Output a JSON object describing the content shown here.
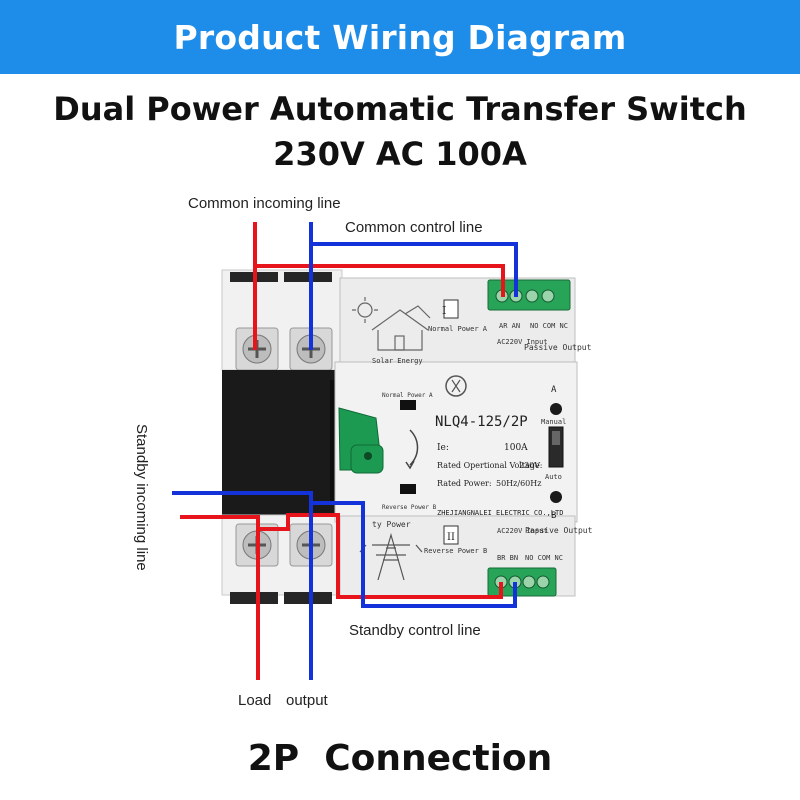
{
  "banner": {
    "title": "Product Wiring Diagram",
    "bg_color": "#1e8de9"
  },
  "heading": {
    "line1": "Dual Power Automatic Transfer Switch",
    "line2": "230V AC 100A"
  },
  "labels": {
    "common_incoming": "Common incoming line",
    "common_control": "Common control line",
    "standby_incoming": "Standby incoming line",
    "standby_control": "Standby control line",
    "load": "Load",
    "output": "output"
  },
  "device": {
    "top_panel": {
      "marker": "I",
      "name": "Normal Power A",
      "brand": "Solar Energy"
    },
    "bottom_panel": {
      "marker": "II",
      "name": "Reverse Power B",
      "partial": "ty Power"
    },
    "terminal_top": {
      "left": "AR AN",
      "right": "NO COM NC"
    },
    "input_label": "AC220V\nInput",
    "output_label": "Passive\nOutput",
    "normal_power": "Normal Power A",
    "reverse_power": "Reverse Power B",
    "model": "NLQ4-125/2P",
    "specs": [
      {
        "label": "Ie:",
        "value": "100A"
      },
      {
        "label": "Rated Opertional Voltage:",
        "value": "230V"
      },
      {
        "label": "Rated Power:",
        "value": "50Hz/60Hz"
      }
    ],
    "manufacturer": "ZHEJIANGNALEI ELECTRIC CO.,LTD",
    "indicator_a": "A",
    "indicator_b": "B",
    "mode_manual": "Manual",
    "mode_auto": "Auto",
    "terminal_bottom": {
      "left": "BR BN",
      "right": "NO COM NC"
    }
  },
  "footer": {
    "title": "2P  Connection"
  },
  "colors": {
    "phase_wire": "#e8141c",
    "neutral_wire": "#1432d9",
    "handle": "#1d9a52",
    "terminal_block": "#27a457"
  }
}
